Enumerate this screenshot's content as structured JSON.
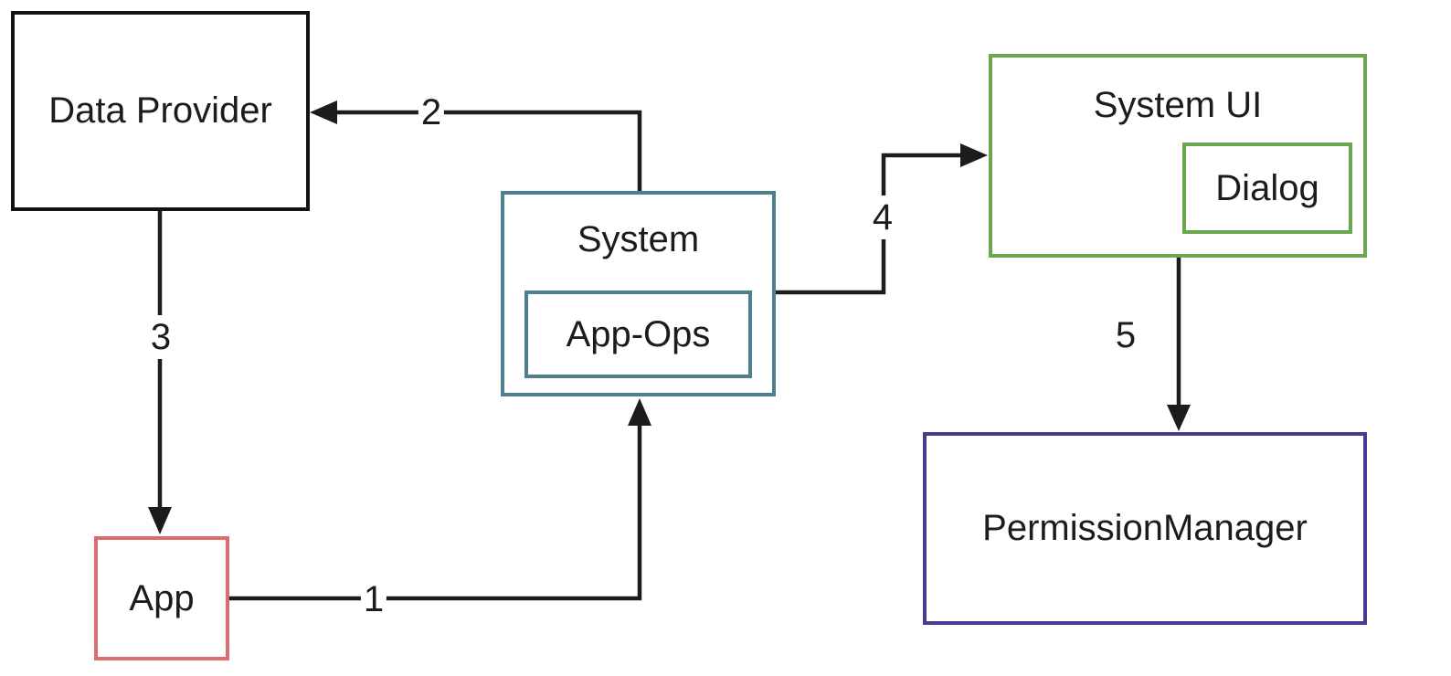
{
  "diagram": {
    "background_color": "#ffffff",
    "line_color": "#1c1c1c",
    "nodes": {
      "data_provider": {
        "label": "Data Provider",
        "border_color": "#131313"
      },
      "app": {
        "label": "App",
        "border_color": "#dd6b6b"
      },
      "system": {
        "label": "System",
        "border_color": "#4e7f8e"
      },
      "app_ops": {
        "label": "App-Ops",
        "border_color": "#4e7f8e"
      },
      "system_ui": {
        "label": "System UI",
        "border_color": "#6aa84f"
      },
      "dialog": {
        "label": "Dialog",
        "border_color": "#6aa84f"
      },
      "permission_manager": {
        "label": "PermissionManager",
        "border_color": "#453d8f"
      }
    },
    "edges": [
      {
        "label": "1",
        "from": "App",
        "to": "System"
      },
      {
        "label": "2",
        "from": "System",
        "to": "Data Provider"
      },
      {
        "label": "3",
        "from": "Data Provider",
        "to": "App"
      },
      {
        "label": "4",
        "from": "System",
        "to": "System UI"
      },
      {
        "label": "5",
        "from": "System UI",
        "to": "PermissionManager"
      }
    ]
  }
}
